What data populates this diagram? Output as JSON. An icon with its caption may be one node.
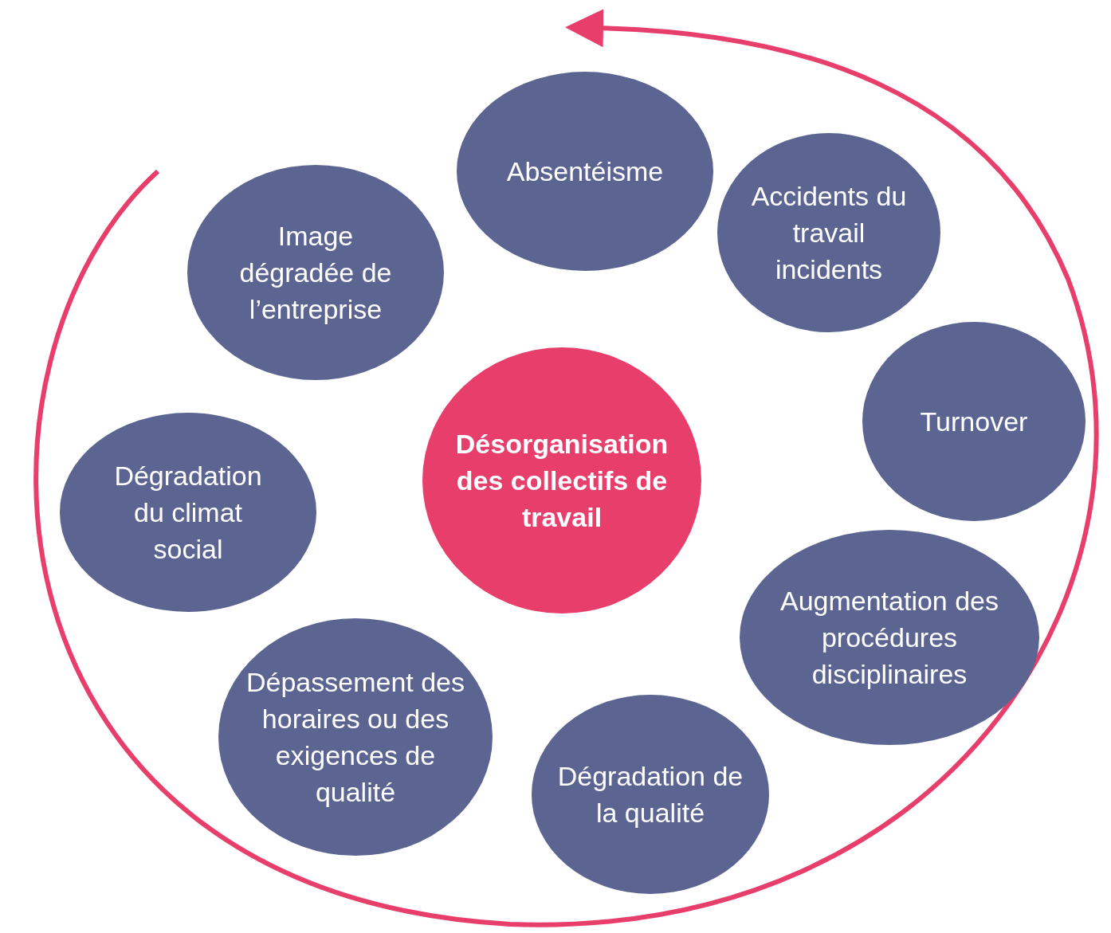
{
  "diagram": {
    "nodes": [
      {
        "text": [
          "Absentéisme"
        ]
      },
      {
        "text": [
          "Accidents du travail incidents"
        ]
      },
      {
        "text": [
          "Image dégradée de l’entreprise"
        ]
      },
      {
        "text": [
          "Turnover"
        ]
      },
      {
        "text": [
          "Désorganisation des collectifs de travail"
        ]
      },
      {
        "text": [
          "Dégradation du climat social"
        ]
      },
      {
        "text": [
          "Augmentation des procédures disciplinaires"
        ]
      },
      {
        "text": [
          "Dépassement des horaires ou des exigences de qualité"
        ]
      },
      {
        "text": [
          "Dégradation de la qualité"
        ]
      }
    ]
  }
}
